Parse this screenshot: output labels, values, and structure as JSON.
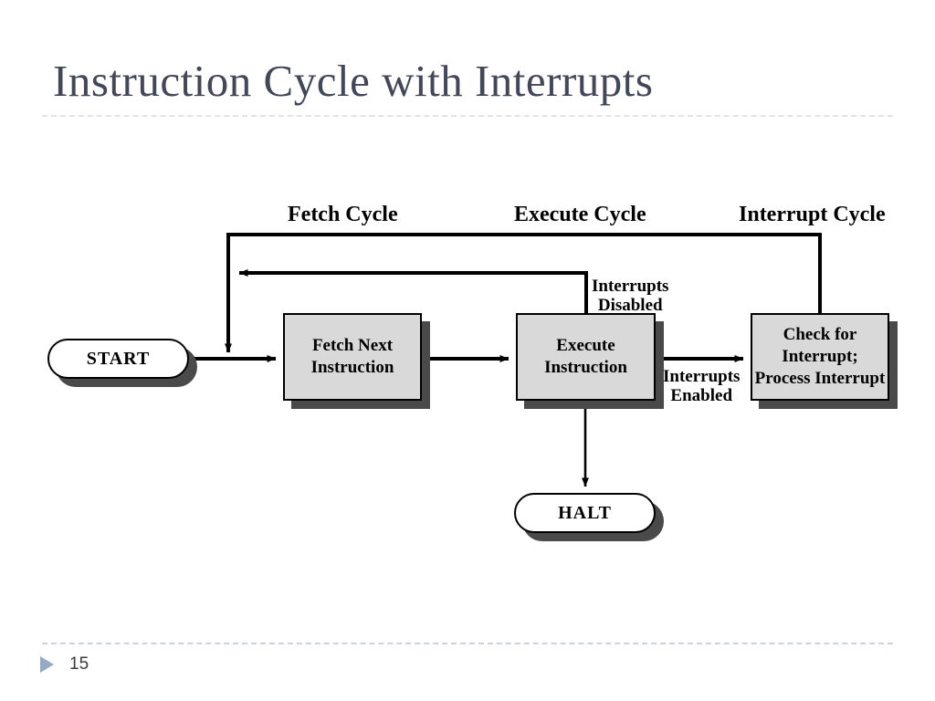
{
  "slide": {
    "title": "Instruction Cycle with Interrupts",
    "number": "15",
    "bullet_icon": "triangle-right-icon",
    "title_color": "#43475a",
    "bullet_color": "#97aac4",
    "rule_color": "#c8d2e0"
  },
  "diagram": {
    "type": "flowchart",
    "cycle_labels": [
      {
        "id": "fetch",
        "text": "Fetch Cycle"
      },
      {
        "id": "execute",
        "text": "Execute Cycle"
      },
      {
        "id": "interrupt",
        "text": "Interrupt Cycle"
      }
    ],
    "nodes": [
      {
        "id": "start",
        "shape": "terminator",
        "label": "START"
      },
      {
        "id": "fetch-next",
        "shape": "process",
        "label": "Fetch Next\nInstruction",
        "line1": "Fetch Next",
        "line2": "Instruction"
      },
      {
        "id": "execute",
        "shape": "process",
        "label": "Execute\nInstruction",
        "line1": "Execute",
        "line2": "Instruction"
      },
      {
        "id": "check-interrupt",
        "shape": "process",
        "label": "Check for\nInterrupt;\nProcess Interrupt",
        "line1": "Check for",
        "line2": "Interrupt;",
        "line3": "Process Interrupt"
      },
      {
        "id": "halt",
        "shape": "terminator",
        "label": "HALT"
      }
    ],
    "edge_labels": [
      {
        "id": "interrupts-disabled",
        "line1": "Interrupts",
        "line2": "Disabled"
      },
      {
        "id": "interrupts-enabled",
        "line1": "Interrupts",
        "line2": "Enabled"
      }
    ],
    "edges": [
      {
        "from": "start",
        "to": "fetch-next",
        "label": ""
      },
      {
        "from": "fetch-next",
        "to": "execute",
        "label": ""
      },
      {
        "from": "execute",
        "to": "check-interrupt",
        "label": "Interrupts Enabled"
      },
      {
        "from": "execute",
        "to": "fetch-next",
        "label": "Interrupts Disabled"
      },
      {
        "from": "check-interrupt",
        "to": "fetch-next",
        "label": ""
      },
      {
        "from": "execute",
        "to": "halt",
        "label": ""
      }
    ],
    "colors": {
      "box_fill": "#d9d9d9",
      "box_stroke": "#000000",
      "shadow": "#4a4a4a",
      "terminator_fill": "#ffffff"
    }
  }
}
